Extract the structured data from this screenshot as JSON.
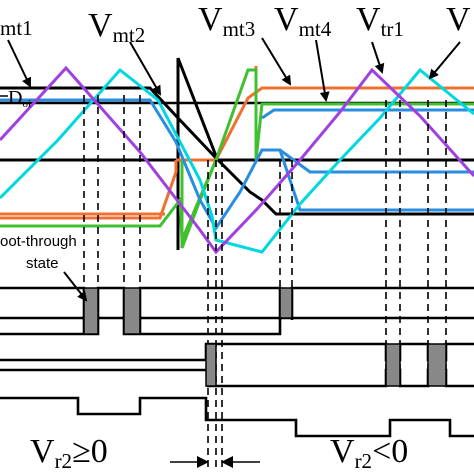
{
  "labels": {
    "vmt1": {
      "main": "",
      "sub": "mt1"
    },
    "vmt2": {
      "main": "V",
      "sub": "mt2"
    },
    "vmt3": {
      "main": "V",
      "sub": "mt3"
    },
    "vmt4": {
      "main": "V",
      "sub": "mt4"
    },
    "vtr1": {
      "main": "V",
      "sub": "tr1"
    },
    "v_right": {
      "main": "V",
      "sub": ""
    },
    "doi": {
      "main": "D",
      "sub": "oi"
    },
    "shoot_through_line1": "oot-through",
    "shoot_through_line2": "state",
    "vr2_pos": {
      "main": "V",
      "sub": "r2",
      "rel": "≥0"
    },
    "vr2_neg": {
      "main": "V",
      "sub": "r2",
      "rel": "<0"
    }
  },
  "colors": {
    "vmt1": "#000000",
    "vmt2": "#00c8d2",
    "vmt3": "#2a8ee0",
    "vmt4": "#f07030",
    "vtr1": "#a040e0",
    "green": "#40c030",
    "shaded": "#888888"
  }
}
